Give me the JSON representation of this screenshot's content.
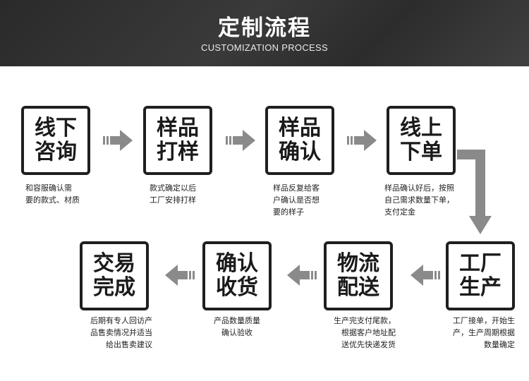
{
  "header": {
    "title": "定制流程",
    "subtitle": "CUSTOMIZATION PROCESS"
  },
  "steps": [
    {
      "label": "线下\n咨询",
      "desc": "和容服确认需\n要的款式、材质"
    },
    {
      "label": "样品\n打样",
      "desc": "款式确定以后\n工厂安排打样"
    },
    {
      "label": "样品\n确认",
      "desc": "样品反复给客\n户确认是否想\n要的样子"
    },
    {
      "label": "线上\n下单",
      "desc": "样品确认好后，按照\n自己需求数量下单，\n支付定金"
    },
    {
      "label": "工厂\n生产",
      "desc": "工厂接单，开始生\n产，生产周期根据\n数量确定"
    },
    {
      "label": "物流\n配送",
      "desc": "生产完支付尾款，\n根据客户地址配\n送优先快递发货"
    },
    {
      "label": "确认\n收货",
      "desc": "产品数量质量\n确认验收"
    },
    {
      "label": "交易\n完成",
      "desc": "后期有专人回访产\n品售卖情况并适当\n给出售卖建议"
    }
  ],
  "colors": {
    "header_bg": "#333333",
    "box_border": "#1f1f1f",
    "arrow": "#8a8a8a"
  },
  "icons": {
    "flow_arrow": "arrow-icon",
    "corner_arrow": "corner-arrow-icon"
  }
}
